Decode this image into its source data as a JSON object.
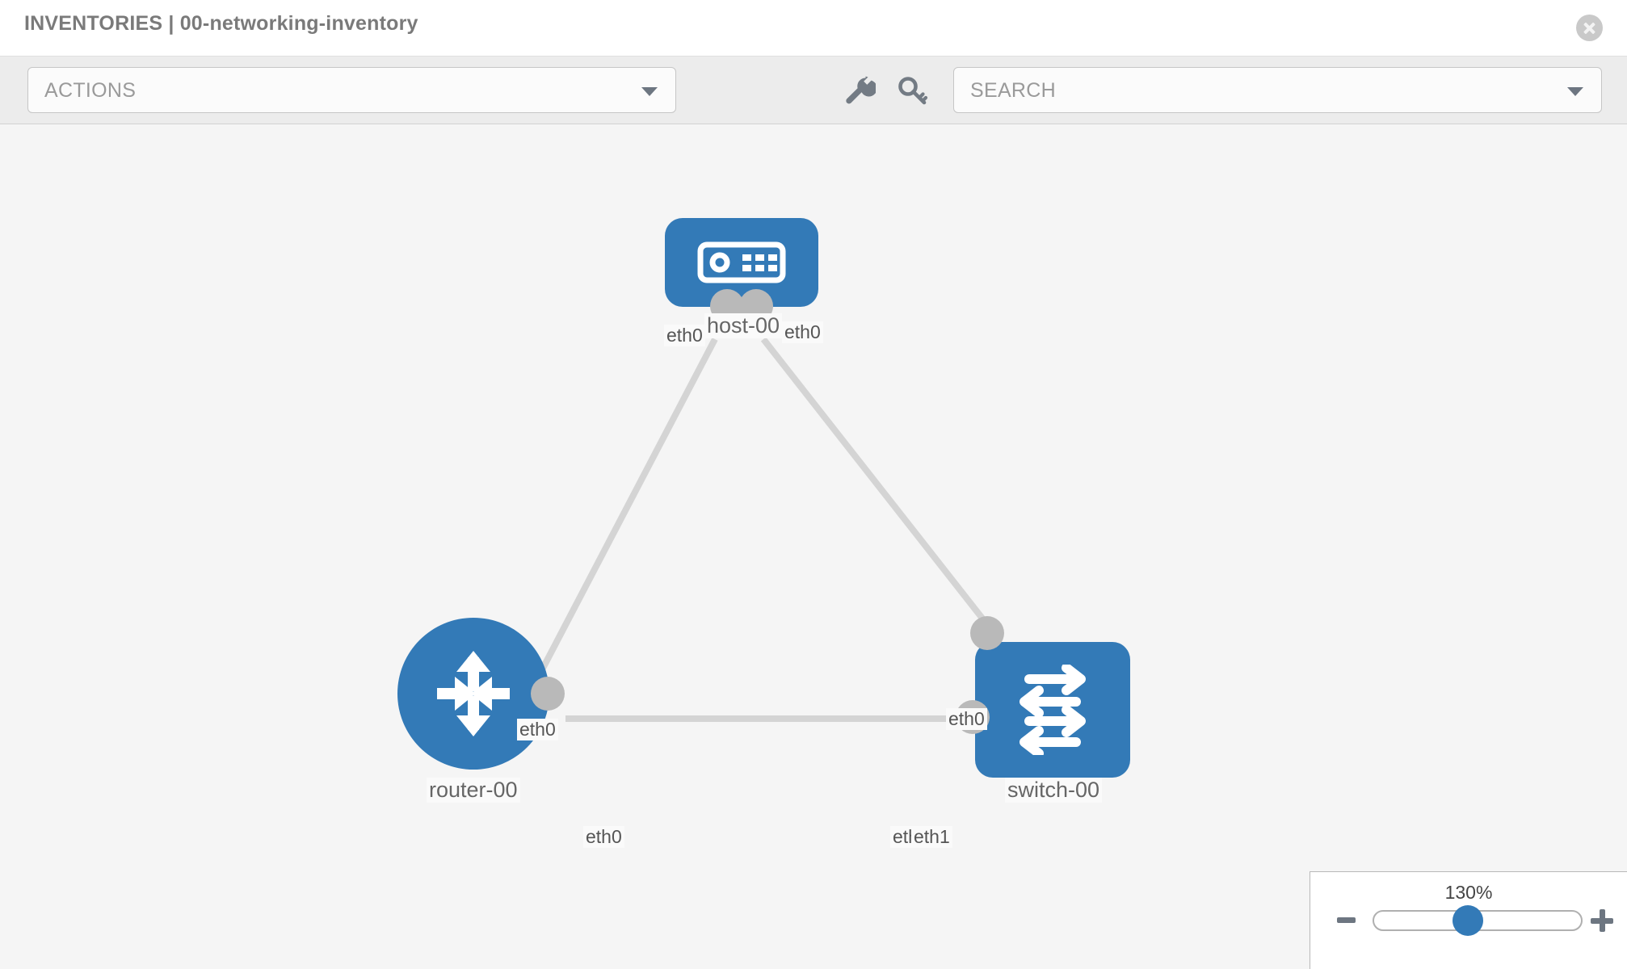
{
  "header": {
    "title": "INVENTORIES | 00-networking-inventory",
    "close_icon": "close-circle-icon"
  },
  "toolbar": {
    "actions_label": "ACTIONS",
    "actions_caret_icon": "chevron-down-icon",
    "wrench_icon": "wrench-icon",
    "key_icon": "key-icon",
    "search_placeholder": "SEARCH",
    "search_caret_icon": "chevron-down-icon"
  },
  "topology": {
    "nodes": [
      {
        "id": "host-00",
        "label": "host-00",
        "icon": "server-icon",
        "shape": "rounded-rect",
        "color": "#337ab7"
      },
      {
        "id": "router-00",
        "label": "router-00",
        "icon": "router-icon",
        "shape": "circle",
        "color": "#337ab7"
      },
      {
        "id": "switch-00",
        "label": "switch-00",
        "icon": "switch-icon",
        "shape": "rounded-rect",
        "color": "#337ab7"
      }
    ],
    "interfaces": [
      {
        "id": "host-left",
        "label": "eth0"
      },
      {
        "id": "host-right",
        "label": "eth0"
      },
      {
        "id": "router-up",
        "label": "eth0"
      },
      {
        "id": "router-right",
        "label": "eth0"
      },
      {
        "id": "switch-up",
        "label": "eth0"
      },
      {
        "id": "switch-left-a",
        "label": "eth"
      },
      {
        "id": "switch-left-b",
        "label": "eth1"
      }
    ],
    "links": [
      {
        "from": "host-00",
        "to": "router-00"
      },
      {
        "from": "host-00",
        "to": "switch-00"
      },
      {
        "from": "router-00",
        "to": "switch-00"
      }
    ]
  },
  "zoom_control": {
    "value_label": "130%",
    "minus_icon": "minus-icon",
    "plus_icon": "plus-icon",
    "slider_name": "zoom-slider"
  },
  "colors": {
    "accent": "#337ab7",
    "connector": "#b9b9b9",
    "link": "#d4d4d4",
    "canvas_bg": "#f5f5f5",
    "toolbar_bg": "#ececec"
  }
}
